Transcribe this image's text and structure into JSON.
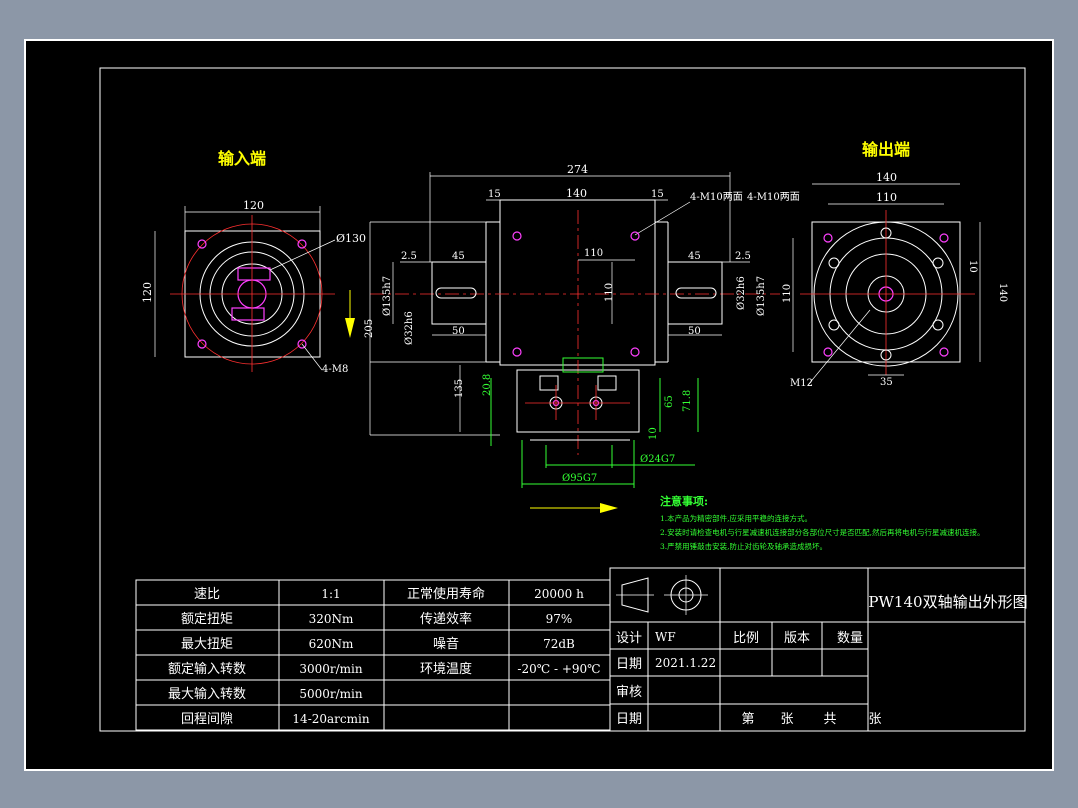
{
  "views": {
    "input_title": "输入端",
    "output_title": "输出端"
  },
  "dims": {
    "left": {
      "w": "120",
      "h": "120",
      "dia": "Ø130",
      "holes": "4-M8"
    },
    "front": {
      "total": "274",
      "l15": "15",
      "mid": "140",
      "r15": "15",
      "note1": "4-M10两面",
      "note2": "4-M10两面",
      "l25": "2.5",
      "l45": "45",
      "c110": "110",
      "r45": "45",
      "r25": "2.5",
      "l50": "50",
      "r50": "50",
      "h205": "205",
      "v110": "110",
      "dia135l": "Ø135h7",
      "dia32l": "Ø32h6",
      "dia32r": "Ø32h6",
      "dia135r": "Ø135h7",
      "h135": "135",
      "h208": "20.8",
      "h65": "65",
      "h718": "71.8",
      "h10": "10",
      "d24": "Ø24G7",
      "d95": "Ø95G7"
    },
    "right": {
      "w140": "140",
      "w110": "110",
      "h110": "110",
      "h140": "140",
      "d10": "10",
      "d35": "35",
      "m12": "M12"
    }
  },
  "notes": {
    "title": "注意事项:",
    "items": [
      "1.本产品为精密部件,应采用平稳的连接方式。",
      "2.安装时请检查电机与行星减速机连接部分各部位尺寸是否匹配,然后再将电机与行星减速机连接。",
      "3.严禁用锤敲击安装,防止对齿轮及轴承造成损坏。"
    ]
  },
  "spec_table": {
    "rows": [
      [
        "速比",
        "1:1",
        "正常使用寿命",
        "20000 h"
      ],
      [
        "额定扭矩",
        "320Nm",
        "传递效率",
        "97%"
      ],
      [
        "最大扭矩",
        "620Nm",
        "噪音",
        "72dB"
      ],
      [
        "额定输入转数",
        "3000r/min",
        "环境温度",
        "-20℃ - +90℃"
      ],
      [
        "最大输入转数",
        "5000r/min",
        "",
        ""
      ],
      [
        "回程间隙",
        "14-20arcmin",
        "",
        ""
      ]
    ]
  },
  "title_block": {
    "drawing_title": "PW140双轴输出外形图",
    "design_label": "设计",
    "designer": "WF",
    "scale_label": "比例",
    "version_label": "版本",
    "qty_label": "数量",
    "date_label": "日期",
    "date": "2021.1.22",
    "review_label": "审核",
    "date2_label": "日期",
    "sheet_a": "第",
    "sheet_b": "张",
    "sheet_c": "共",
    "sheet_d": "张"
  },
  "colors": {
    "background": "#000000",
    "line": "#ffffff",
    "dimension_green": "#33ff33",
    "title_yellow": "#ffff00",
    "centerline_red": "#ff3030",
    "hole_magenta": "#ff40ff"
  }
}
